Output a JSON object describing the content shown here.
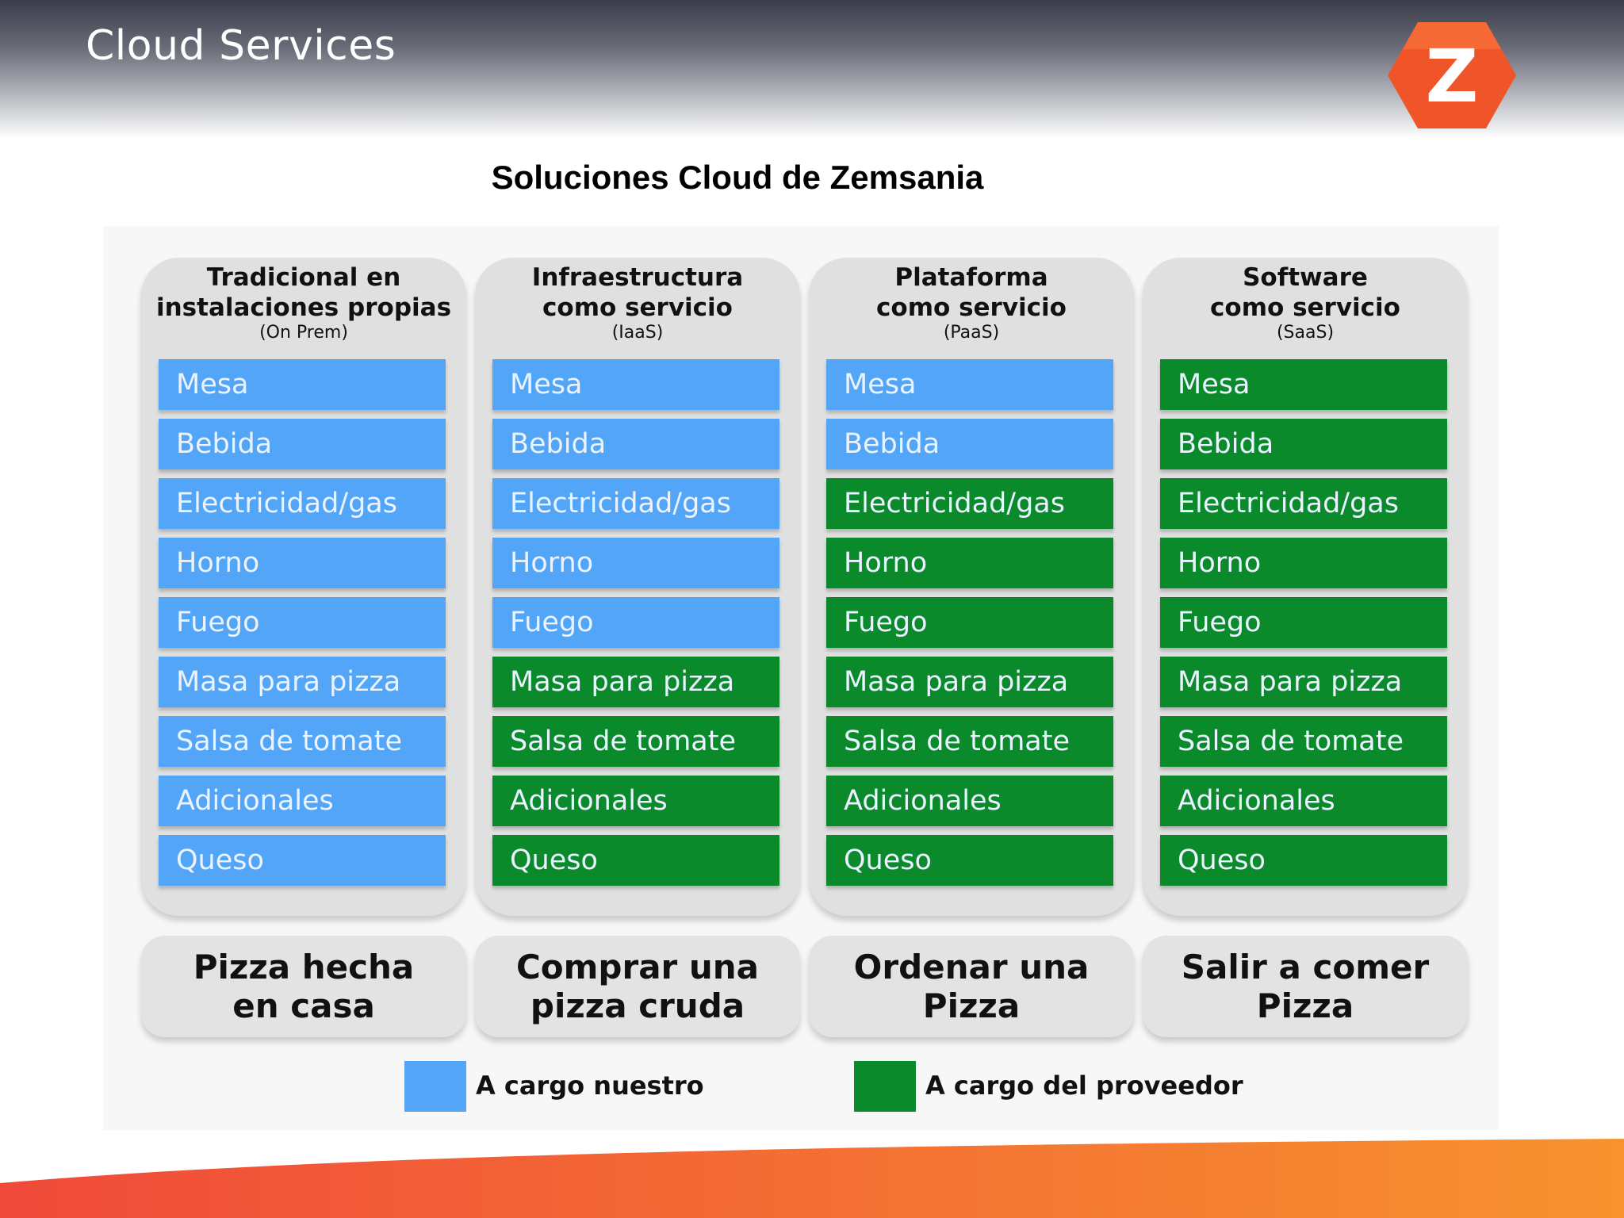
{
  "colors": {
    "ours": "#52a5f7",
    "provider": "#0a8a2a",
    "header_dark": "#3a3d4a",
    "logo_orange": "#f0552a",
    "footer_red": "#f04a3a",
    "footer_orange": "#f7922e"
  },
  "header": {
    "title": "Cloud Services",
    "logo_letter": "Z"
  },
  "slide_title": "Soluciones Cloud de Zemsania",
  "columns": [
    {
      "title_lines": [
        "Tradicional en",
        "instalaciones propias"
      ],
      "subtitle": "(On Prem)",
      "items": [
        {
          "label": "Mesa",
          "owner": "ours"
        },
        {
          "label": "Bebida",
          "owner": "ours"
        },
        {
          "label": "Electricidad/gas",
          "owner": "ours"
        },
        {
          "label": "Horno",
          "owner": "ours"
        },
        {
          "label": "Fuego",
          "owner": "ours"
        },
        {
          "label": "Masa para pizza",
          "owner": "ours"
        },
        {
          "label": "Salsa de tomate",
          "owner": "ours"
        },
        {
          "label": "Adicionales",
          "owner": "ours"
        },
        {
          "label": "Queso",
          "owner": "ours"
        }
      ],
      "result_lines": [
        "Pizza hecha",
        "en casa"
      ]
    },
    {
      "title_lines": [
        "Infraestructura",
        "como servicio"
      ],
      "subtitle": "(IaaS)",
      "items": [
        {
          "label": "Mesa",
          "owner": "ours"
        },
        {
          "label": "Bebida",
          "owner": "ours"
        },
        {
          "label": "Electricidad/gas",
          "owner": "ours"
        },
        {
          "label": "Horno",
          "owner": "ours"
        },
        {
          "label": "Fuego",
          "owner": "ours"
        },
        {
          "label": "Masa para pizza",
          "owner": "provider"
        },
        {
          "label": "Salsa de tomate",
          "owner": "provider"
        },
        {
          "label": "Adicionales",
          "owner": "provider"
        },
        {
          "label": "Queso",
          "owner": "provider"
        }
      ],
      "result_lines": [
        "Comprar una",
        "pizza cruda"
      ]
    },
    {
      "title_lines": [
        "Plataforma",
        "como servicio"
      ],
      "subtitle": "(PaaS)",
      "items": [
        {
          "label": "Mesa",
          "owner": "ours"
        },
        {
          "label": "Bebida",
          "owner": "ours"
        },
        {
          "label": "Electricidad/gas",
          "owner": "provider"
        },
        {
          "label": "Horno",
          "owner": "provider"
        },
        {
          "label": "Fuego",
          "owner": "provider"
        },
        {
          "label": "Masa para pizza",
          "owner": "provider"
        },
        {
          "label": "Salsa de tomate",
          "owner": "provider"
        },
        {
          "label": "Adicionales",
          "owner": "provider"
        },
        {
          "label": "Queso",
          "owner": "provider"
        }
      ],
      "result_lines": [
        "Ordenar una",
        "Pizza"
      ]
    },
    {
      "title_lines": [
        "Software",
        "como servicio"
      ],
      "subtitle": "(SaaS)",
      "items": [
        {
          "label": "Mesa",
          "owner": "provider"
        },
        {
          "label": "Bebida",
          "owner": "provider"
        },
        {
          "label": "Electricidad/gas",
          "owner": "provider"
        },
        {
          "label": "Horno",
          "owner": "provider"
        },
        {
          "label": "Fuego",
          "owner": "provider"
        },
        {
          "label": "Masa para pizza",
          "owner": "provider"
        },
        {
          "label": "Salsa de tomate",
          "owner": "provider"
        },
        {
          "label": "Adicionales",
          "owner": "provider"
        },
        {
          "label": "Queso",
          "owner": "provider"
        }
      ],
      "result_lines": [
        "Salir a comer",
        "Pizza"
      ]
    }
  ],
  "legend": [
    {
      "owner": "ours",
      "label": "A cargo nuestro"
    },
    {
      "owner": "provider",
      "label": "A cargo del proveedor"
    }
  ]
}
